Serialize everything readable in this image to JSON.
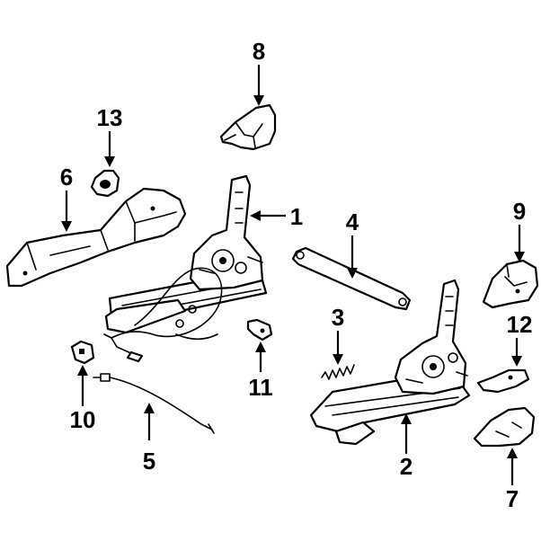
{
  "callouts": [
    {
      "id": "1",
      "label": "1"
    },
    {
      "id": "2",
      "label": "2"
    },
    {
      "id": "3",
      "label": "3"
    },
    {
      "id": "4",
      "label": "4"
    },
    {
      "id": "5",
      "label": "5"
    },
    {
      "id": "6",
      "label": "6"
    },
    {
      "id": "7",
      "label": "7"
    },
    {
      "id": "8",
      "label": "8"
    },
    {
      "id": "9",
      "label": "9"
    },
    {
      "id": "10",
      "label": "10"
    },
    {
      "id": "11",
      "label": "11"
    },
    {
      "id": "12",
      "label": "12"
    },
    {
      "id": "13",
      "label": "13"
    }
  ],
  "colors": {
    "ink": "#000000",
    "paper": "#ffffff"
  }
}
